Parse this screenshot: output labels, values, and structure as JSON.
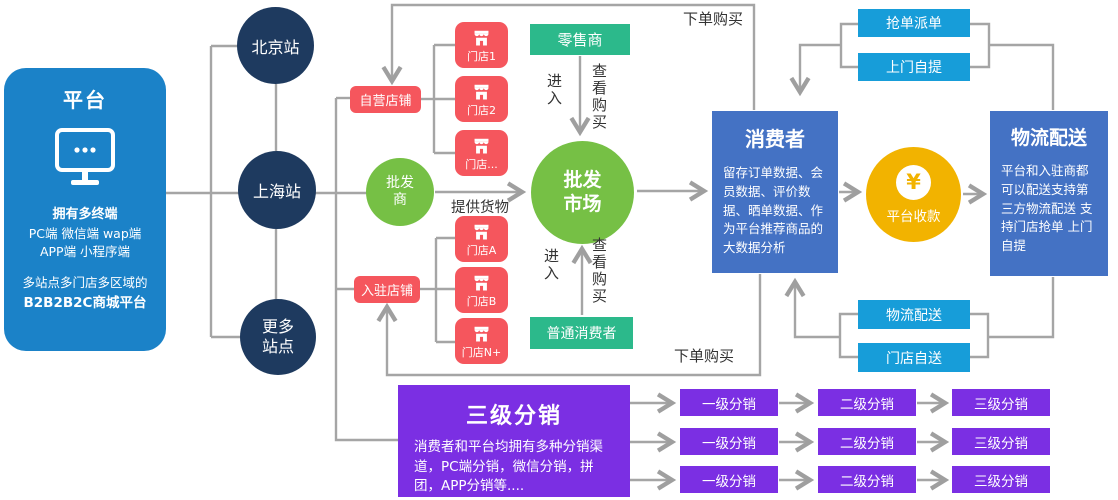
{
  "colors": {
    "platform_blue": "#1b82c8",
    "station_navy": "#1e3a5f",
    "shop_red": "#f5565d",
    "wholesale_green": "#76c045",
    "retail_teal": "#2cb98b",
    "consumer_blue": "#4472c4",
    "payment_yellow": "#f2b300",
    "delivery_cyan": "#179dd9",
    "distribution_purple": "#7b2fe3",
    "line_gray": "#a5a5a5"
  },
  "platform": {
    "title": "平台",
    "terminals_heading": "拥有多终端",
    "terminals_line1": "PC端 微信端 wap端",
    "terminals_line2": "APP端 小程序端",
    "desc_line1": "多站点多门店多区域的",
    "desc_line2": "B2B2B2C商城平台"
  },
  "stations": {
    "beijing": "北京站",
    "shanghai": "上海站",
    "more": "更多\n站点"
  },
  "shops": {
    "self_operated": "自营店铺",
    "settled": "入驻店铺",
    "stores_top": [
      "门店1",
      "门店2",
      "门店..."
    ],
    "stores_bottom": [
      "门店A",
      "门店B",
      "门店N+"
    ]
  },
  "wholesaler": "批发\n商",
  "wholesale_market": "批发\n市场",
  "retailer": "零售商",
  "ordinary_consumer": "普通消费者",
  "flow_labels": {
    "order_top": "下单购买",
    "order_bottom": "下单购买",
    "enter_top": "进入",
    "view_buy_top": "查看购买",
    "enter_bottom": "进入",
    "view_buy_bottom": "查看购买",
    "provide_goods": "提供货物"
  },
  "consumer": {
    "title": "消费者",
    "desc": "留存订单数据、会员数据、评价数据、晒单数据、作为平台推荐商品的大数据分析"
  },
  "payment": {
    "label": "平台收款",
    "symbol": "¥"
  },
  "logistics": {
    "title": "物流配送",
    "desc": "平台和入驻商都可以配送支持第三方物流配送 支持门店抢单 上门自提"
  },
  "delivery_top": [
    "抢单派单",
    "上门自提"
  ],
  "delivery_bottom": [
    "物流配送",
    "门店自送"
  ],
  "distribution": {
    "title": "三级分销",
    "desc": "消费者和平台均拥有多种分销渠道，PC端分销，微信分销，拼团，APP分销等....",
    "rows": [
      [
        "一级分销",
        "二级分销",
        "三级分销"
      ],
      [
        "一级分销",
        "二级分销",
        "三级分销"
      ],
      [
        "一级分销",
        "二级分销",
        "三级分销"
      ]
    ]
  }
}
